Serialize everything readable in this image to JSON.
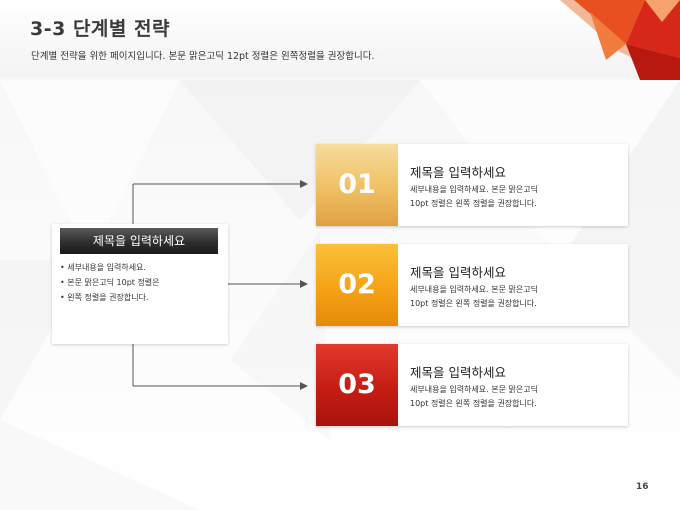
{
  "slide": {
    "title": "3-3 단계별 전략",
    "subtitle": "단계별 전략을 위한 페이지입니다. 본문 맑은고딕 12pt 정렬은 왼쪽정렬을 권장합니다.",
    "page_number": "16"
  },
  "left_box": {
    "title": "제목을 입력하세요",
    "bullets": [
      "세부내용을 입력하세요.",
      "본문 맑은고딕 10pt 정렬은",
      "왼쪽 정렬을 권장합니다."
    ]
  },
  "steps": [
    {
      "number": "01",
      "title": "제목을 입력하세요",
      "desc_line1": "세부내용을 입력하세요. 본문 맑은고딕",
      "desc_line2": "10pt 정렬은 왼쪽 정렬을 권장합니다."
    },
    {
      "number": "02",
      "title": "제목을 입력하세요",
      "desc_line1": "세부내용을 입력하세요. 본문 맑은고딕",
      "desc_line2": "10pt 정렬은 왼쪽 정렬을 권장합니다."
    },
    {
      "number": "03",
      "title": "제목을 입력하세요",
      "desc_line1": "세부내용을 입력하세요. 본문 맑은고딕",
      "desc_line2": "10pt 정렬은 왼쪽 정렬을 권장합니다."
    }
  ],
  "colors": {
    "step1": "#f0bf63",
    "step2": "#f5a316",
    "step3": "#c41d14",
    "accent_red": "#d5281b",
    "connector": "#555555"
  }
}
